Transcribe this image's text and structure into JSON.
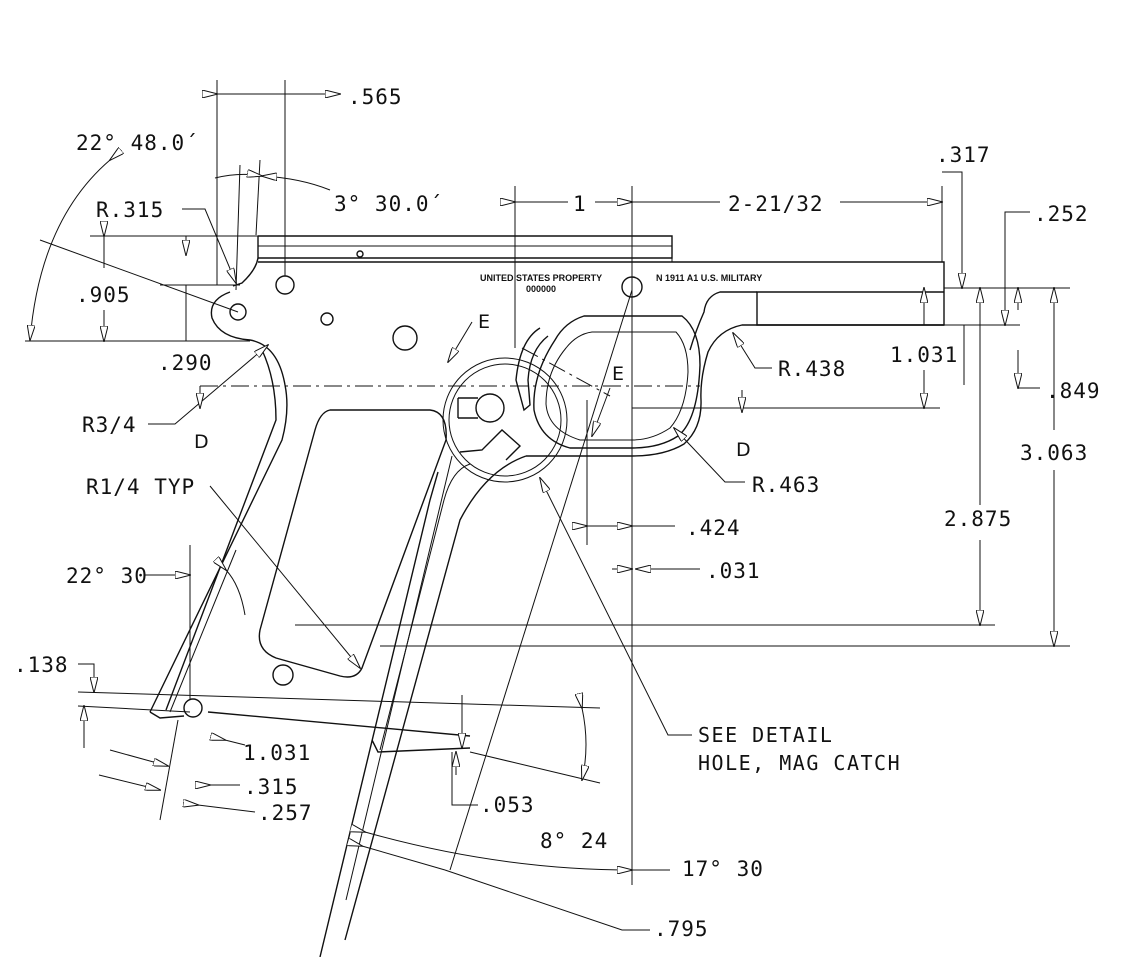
{
  "dimensions": {
    "d565": ".565",
    "ang_22_48": "22° 48.0´",
    "r315": "R.315",
    "ang_3_30": "3° 30.0´",
    "d1": "1",
    "d2_21_32": "2-21/32",
    "d317": ".317",
    "d252": ".252",
    "d905": ".905",
    "d290": ".290",
    "r438": "R.438",
    "d1031_right": "1.031",
    "d849": ".849",
    "d3063": "3.063",
    "r3_4": "R3/4",
    "r463": "R.463",
    "d2875": "2.875",
    "r1_4": "R1/4 TYP",
    "d424": ".424",
    "d031": ".031",
    "ang_22_30": "22° 30",
    "d138": ".138",
    "d1031_low": "1.031",
    "d315": ".315",
    "d257": ".257",
    "d053": ".053",
    "ang_8_24": "8° 24",
    "ang_17_30": "17° 30",
    "d795": ".795"
  },
  "section_labels": {
    "d_left": "D",
    "d_right": "D",
    "e_top": "E",
    "e_mid": "E"
  },
  "markings": {
    "left_line1": "UNITED STATES PROPERTY",
    "left_line2": "000000",
    "right": "N 1911 A1 U.S. MILITARY"
  },
  "notes": {
    "see_detail_line1": "SEE DETAIL",
    "see_detail_line2": "HOLE, MAG CATCH"
  }
}
